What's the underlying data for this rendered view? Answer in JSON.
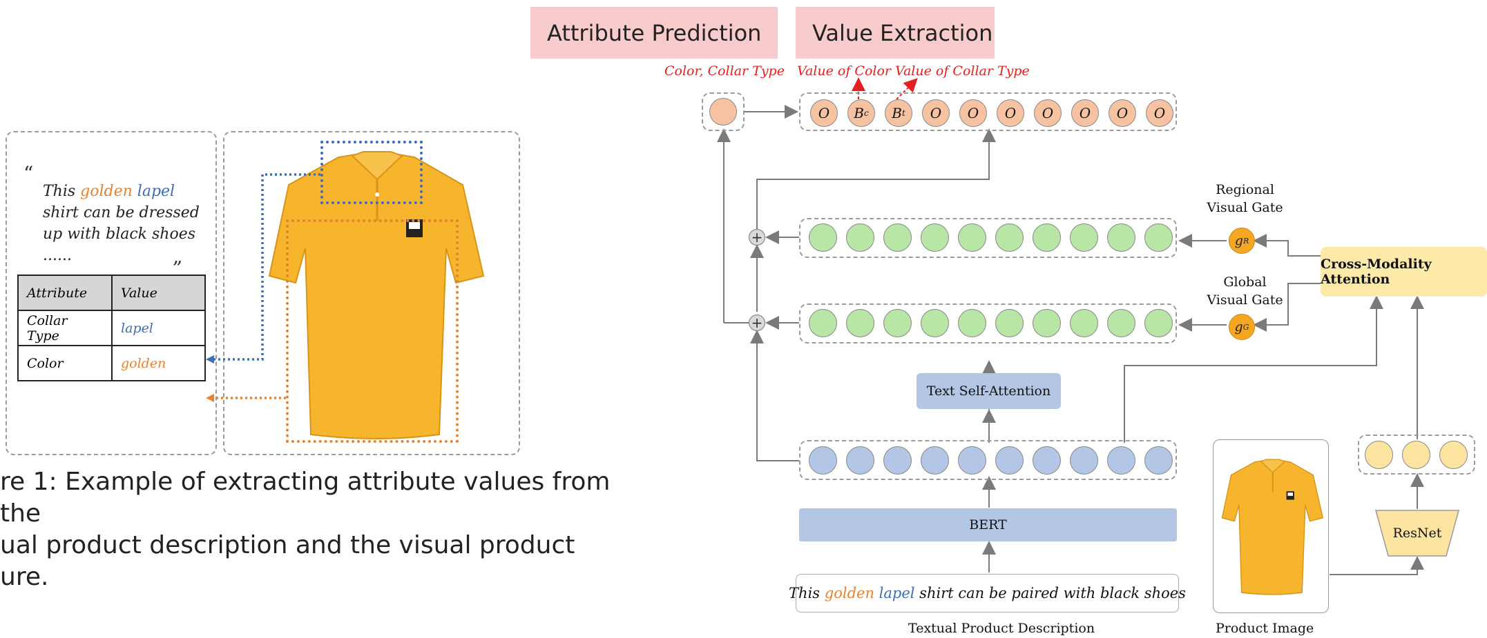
{
  "left_figure": {
    "quote_open": "“",
    "quote_close": "„",
    "description_pre": "This ",
    "description_golden": "golden",
    "description_lapel": " lapel",
    "description_post": "shirt can be dressed up with black shoes ......",
    "table": {
      "headers": [
        "Attribute",
        "Value"
      ],
      "rows": [
        {
          "attribute": "Collar Type",
          "value": "lapel"
        },
        {
          "attribute": "Color",
          "value": "golden"
        }
      ]
    },
    "caption": "re 1: Example of extracting attribute values from the\nual product description and the visual product\nure."
  },
  "architecture": {
    "header_attribute": "Attribute Prediction",
    "header_value": "Value Extraction",
    "label_color_collar": "Color, Collar Type",
    "label_value_color": "Value of Color",
    "label_value_collar": "Value of Collar Type",
    "tags": [
      "O",
      "Bc",
      "Bt",
      "O",
      "O",
      "O",
      "O",
      "O",
      "O",
      "O"
    ],
    "regional_gate_label": "Regional Visual Gate",
    "global_gate_label": "Global Visual Gate",
    "gate_r": "g",
    "gate_r_sup": "R",
    "gate_g": "g",
    "gate_g_sup": "G",
    "cross_modality": "Cross-Modality Attention",
    "text_self_attention": "Text Self-Attention",
    "bert": "BERT",
    "resnet": "ResNet",
    "input_words": [
      "This",
      "golden",
      "lapel",
      "shirt can be paired with black shoes"
    ],
    "textual_caption": "Textual Product Description",
    "image_caption": "Product Image"
  },
  "colors": {
    "golden": "#e8822e",
    "lapel": "#3b6eb5",
    "attr_header": "#f8cccc",
    "red_label": "#e32020",
    "peach_node": "#f6c2a2",
    "green_node": "#b8e6a6",
    "blue_node": "#b4c6e6",
    "yellow_node": "#fde4a0",
    "gate": "#f5a623"
  }
}
